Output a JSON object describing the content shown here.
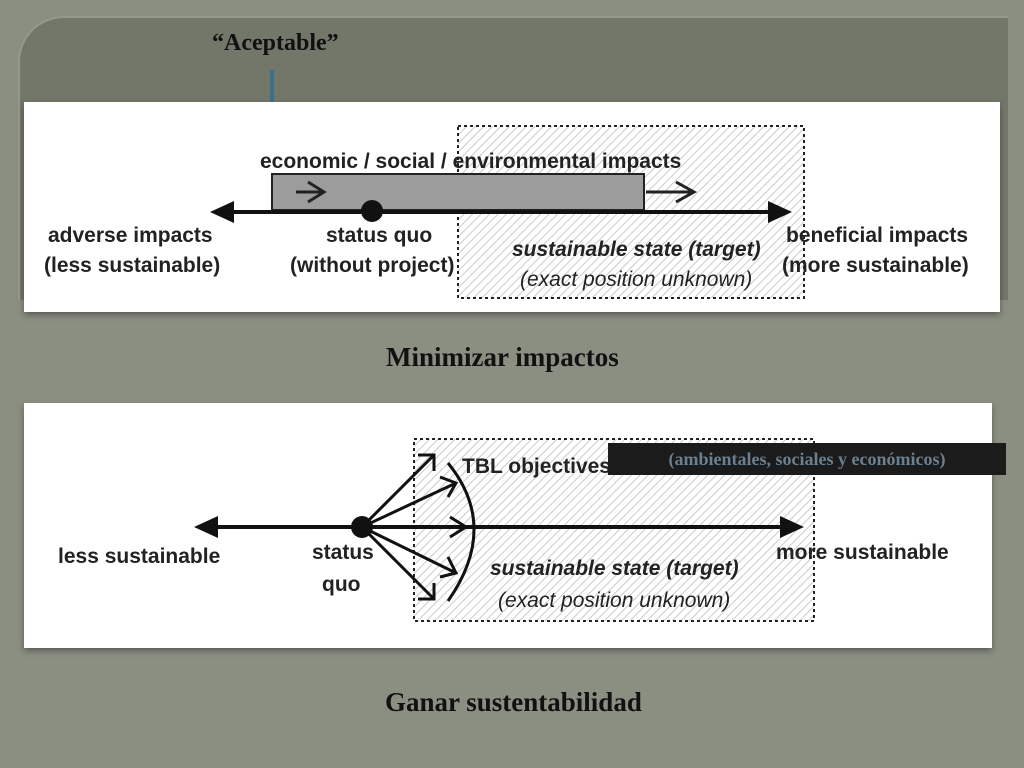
{
  "header": {
    "aceptable_label": "“Aceptable”"
  },
  "diagram1": {
    "impacts_label": "economic / social / environmental impacts",
    "left_line1": "adverse impacts",
    "left_line2": "(less sustainable)",
    "center_line1": "status quo",
    "center_line2": "(without project)",
    "target_line1": "sustainable state (target)",
    "target_line2": "(exact position unknown)",
    "right_line1": "beneficial impacts",
    "right_line2": "(more sustainable)",
    "caption": "Minimizar impactos"
  },
  "diagram2": {
    "tbl_label": "TBL objectives",
    "tbl_tag": "(ambientales, sociales y económicos)",
    "left_label": "less sustainable",
    "center_line1": "status",
    "center_line2": "quo",
    "target_line1": "sustainable state (target)",
    "target_line2": "(exact position unknown)",
    "right_label": "more sustainable",
    "caption": "Ganar sustentabilidad"
  },
  "colors": {
    "background": "#8b8f82",
    "title_band": "#73776a",
    "accent_arrow": "#3f6f86",
    "impact_bar": "#9c9c9c"
  },
  "icons": [
    "down-arrow-icon",
    "right-arrow-icon",
    "left-arrow-icon"
  ]
}
